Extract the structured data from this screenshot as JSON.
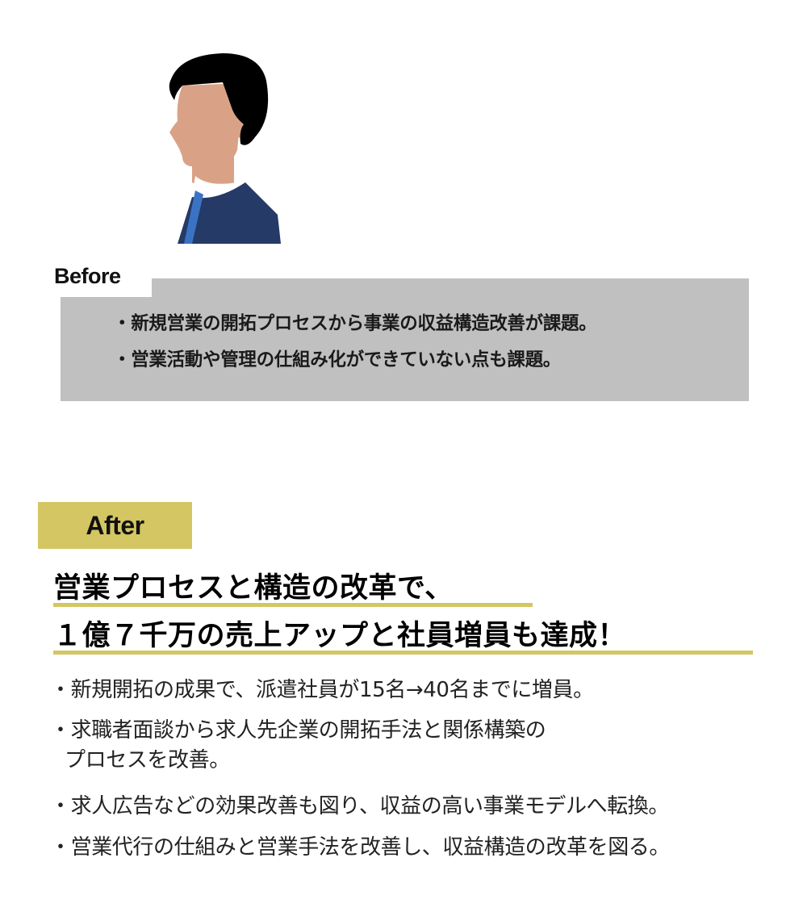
{
  "colors": {
    "before_box": "#c0c0c0",
    "accent_gold": "#d3c663",
    "hair": "#000000",
    "skin": "#d9a286",
    "suit": "#253a66",
    "tie": "#3b73c4"
  },
  "avatar": {
    "icon": "businessman-profile-icon"
  },
  "before": {
    "label": "Before",
    "items": [
      "・新規営業の開拓プロセスから事業の収益構造改善が課題。",
      "・営業活動や管理の仕組み化ができていない点も課題。"
    ]
  },
  "after": {
    "label": "After",
    "headline": [
      "営業プロセスと構造の改革で、",
      "１億７千万の売上アップと社員増員も達成！"
    ],
    "items": [
      {
        "line1": "・新規開拓の成果で、派遣社員が15名→40名までに増員。"
      },
      {
        "line1": "・求職者面談から求人先企業の開拓手法と関係構築の",
        "line2": "プロセスを改善。"
      },
      {
        "line1": "・求人広告などの効果改善も図り、収益の高い事業モデルへ転換。"
      },
      {
        "line1": "・営業代行の仕組みと営業手法を改善し、収益構造の改革を図る。"
      }
    ]
  }
}
